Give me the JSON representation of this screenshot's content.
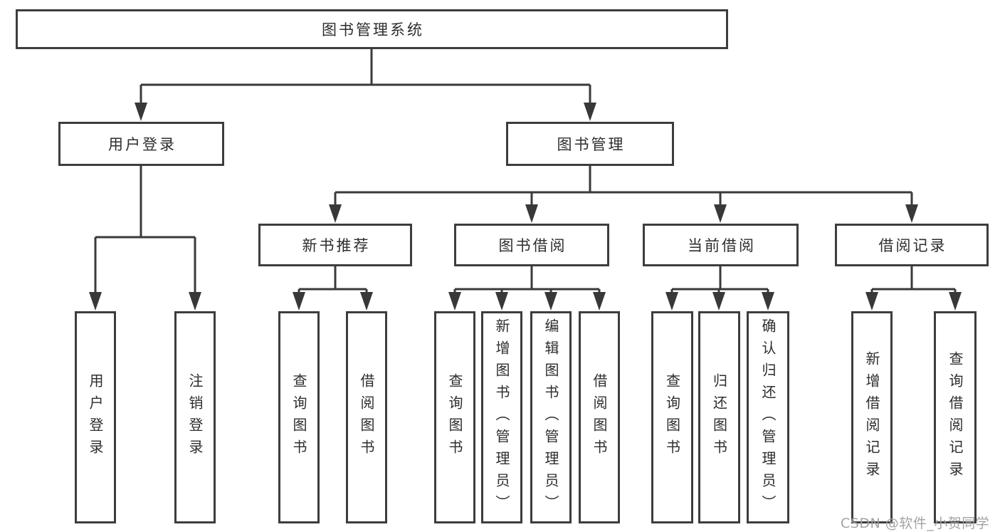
{
  "nodes": {
    "root": "图书管理系统",
    "user_login": "用户登录",
    "book_mgmt": "图书管理",
    "new_book_rec": "新书推荐",
    "book_borrow": "图书借阅",
    "current_borrow": "当前借阅",
    "borrow_records": "借阅记录",
    "leaf_user_login": "用户登录",
    "leaf_logout": "注销登录",
    "leaf_query_book_nb": "查询图书",
    "leaf_borrow_book_nb": "借阅图书",
    "leaf_query_book_bb": "查询图书",
    "leaf_add_book": "新增图书（管理员）",
    "leaf_edit_book": "编辑图书（管理员）",
    "leaf_borrow_book_bb": "借阅图书",
    "leaf_query_book_cb": "查询图书",
    "leaf_return_book": "归还图书",
    "leaf_confirm_return": "确认归还（管理员）",
    "leaf_add_record": "新增借阅记录",
    "leaf_query_record": "查询借阅记录"
  },
  "hierarchy": {
    "图书管理系统": {
      "用户登录": [
        "用户登录",
        "注销登录"
      ],
      "图书管理": {
        "新书推荐": [
          "查询图书",
          "借阅图书"
        ],
        "图书借阅": [
          "查询图书",
          "新增图书（管理员）",
          "编辑图书（管理员）",
          "借阅图书"
        ],
        "当前借阅": [
          "查询图书",
          "归还图书",
          "确认归还（管理员）"
        ],
        "借阅记录": [
          "新增借阅记录",
          "查询借阅记录"
        ]
      }
    }
  },
  "watermark": "CSDN @软件_小贺同学",
  "colors": {
    "line": "#3a3a3a",
    "box_border": "#3d3d3d",
    "text": "#2d2d2d",
    "watermark": "#a09e9e",
    "background": "#ffffff"
  }
}
